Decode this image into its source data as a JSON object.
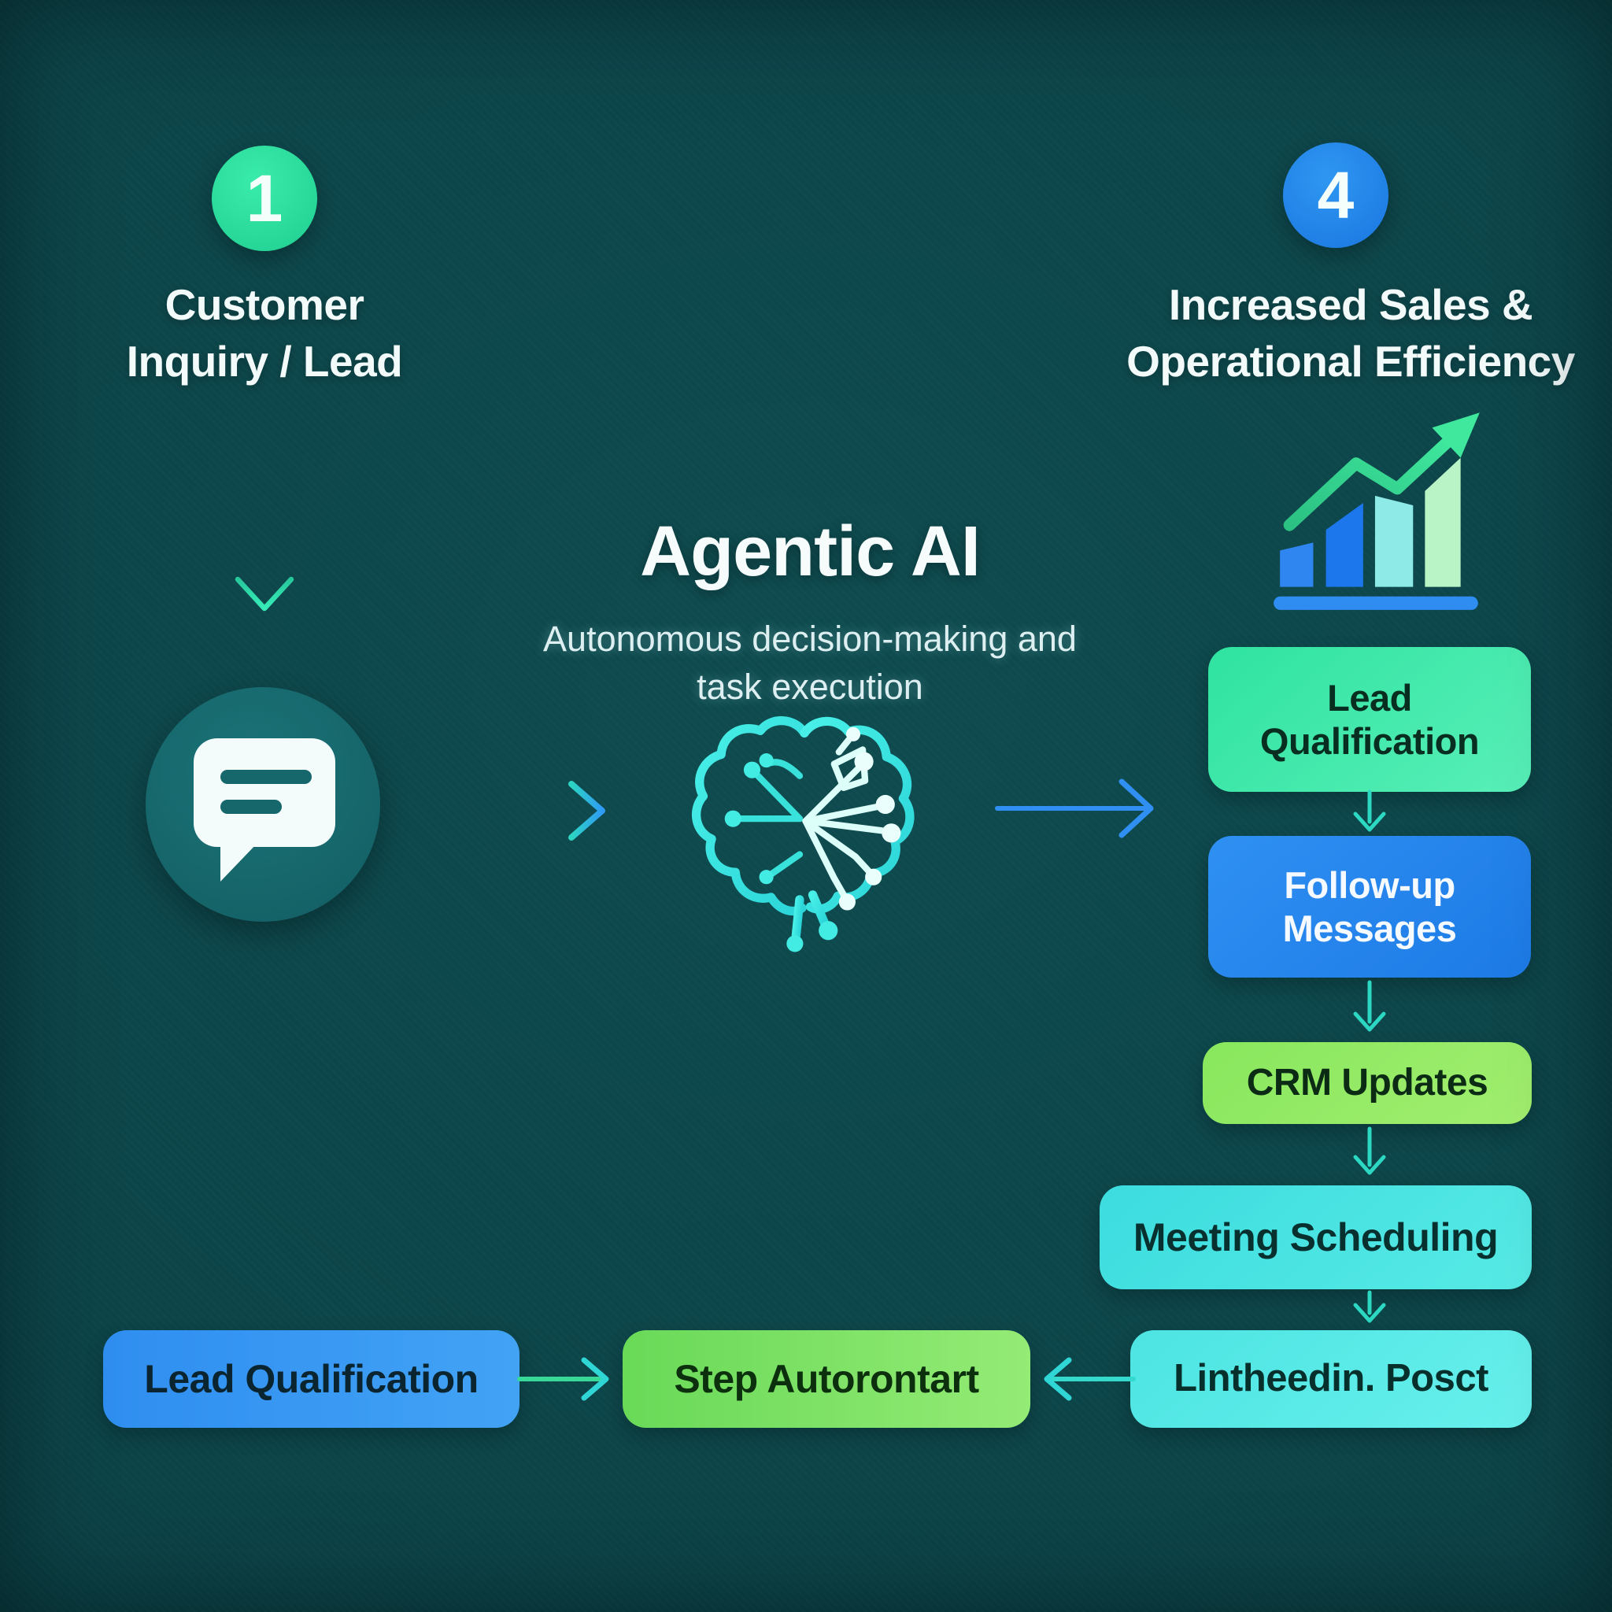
{
  "diagram_title": "Agentic AI",
  "step1": {
    "badge": "1",
    "label_line1": "Customer",
    "label_line2": "Inquiry / Lead"
  },
  "step4": {
    "badge": "4",
    "label_line1": "Increased Sales &",
    "label_line2": "Operational Efficiency"
  },
  "center": {
    "title": "Agentic AI",
    "subtitle_line1": "Autonomous decision-making and",
    "subtitle_line2": "task execution"
  },
  "right_flow": {
    "box1_line1": "Lead",
    "box1_line2": "Qualification",
    "box2_line1": "Follow-up",
    "box2_line2": "Messages",
    "box3": "CRM Updates",
    "box4": "Meeting Scheduling",
    "box5": "Lintheedin. Posct"
  },
  "bottom_flow": {
    "box1": "Lead Qualification",
    "box2": "Step Autorontart"
  },
  "icons": {
    "chat": "chat-bubble-icon",
    "brain": "ai-brain-circuit-icon",
    "growth_chart": "growth-bar-chart-icon",
    "arrow": "flow-arrow-icon"
  },
  "colors": {
    "background": "#0c4347",
    "badge_green": "#2ee6a0",
    "badge_blue": "#2287ea",
    "accent_cyan": "#3be8e0",
    "box_green": "#2fe3a0",
    "box_blue": "#2b8df0",
    "box_light_green": "#92e863",
    "box_turquoise": "#48dfe0",
    "bottom_blue": "#3598f0",
    "bottom_green": "#7de26a"
  }
}
